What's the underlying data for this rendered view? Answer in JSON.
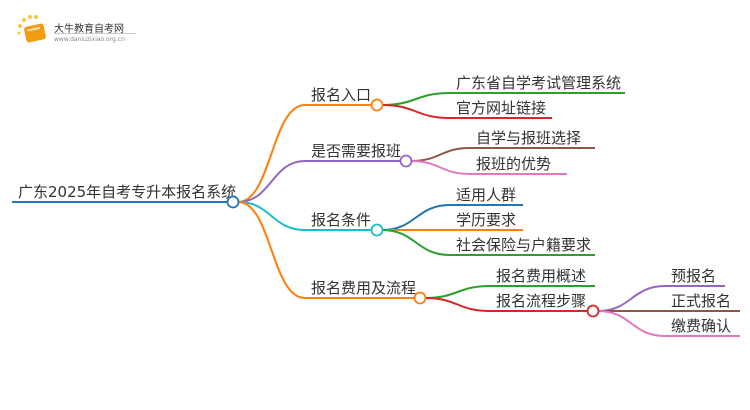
{
  "logo": {
    "title": "大牛教育自考网",
    "url": "www.daniuzixiao.org.cn"
  },
  "root": {
    "label": "广东2025年自考专升本报名系统",
    "color": "#1f77b4"
  },
  "branches": [
    {
      "label": "报名入口",
      "color": "#ff7f0e",
      "children": [
        {
          "label": "广东省自学考试管理系统",
          "color": "#2ca02c"
        },
        {
          "label": "官方网址链接",
          "color": "#d62728"
        }
      ]
    },
    {
      "label": "是否需要报班",
      "color": "#9467bd",
      "children": [
        {
          "label": "自学与报班选择",
          "color": "#8c564b"
        },
        {
          "label": "报班的优势",
          "color": "#e377c2"
        }
      ]
    },
    {
      "label": "报名条件",
      "color": "#17becf",
      "children": [
        {
          "label": "适用人群",
          "color": "#1f77b4"
        },
        {
          "label": "学历要求",
          "color": "#ff7f0e"
        },
        {
          "label": "社会保险与户籍要求",
          "color": "#2ca02c"
        }
      ]
    },
    {
      "label": "报名费用及流程",
      "color": "#ff7f0e",
      "children": [
        {
          "label": "报名费用概述",
          "color": "#2ca02c"
        },
        {
          "label": "报名流程步骤",
          "color": "#d62728",
          "children": [
            {
              "label": "预报名",
              "color": "#9467bd"
            },
            {
              "label": "正式报名",
              "color": "#8c564b"
            },
            {
              "label": "缴费确认",
              "color": "#e377c2"
            }
          ]
        }
      ]
    }
  ]
}
